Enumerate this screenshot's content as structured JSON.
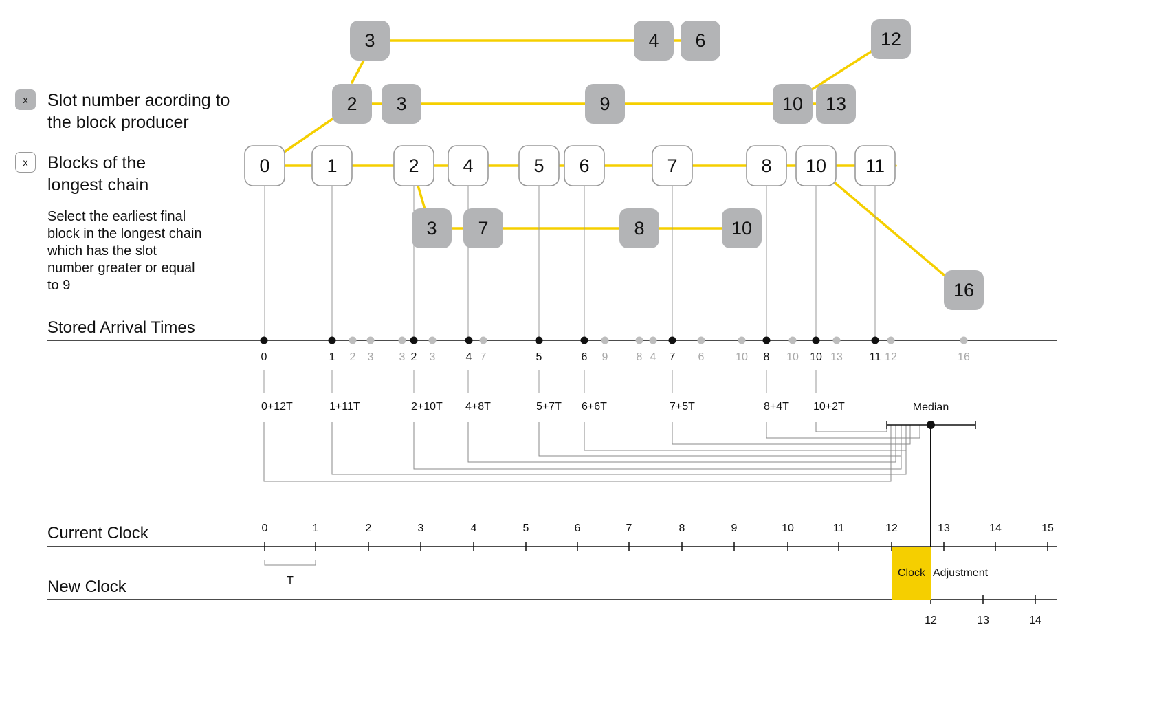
{
  "legend": {
    "box_label": "x",
    "producer_title": "Slot number acording to the block producer",
    "chain_title": "Blocks of the longest chain",
    "description": "Select the earliest final block in the longest chain which has the slot number greater or equal to 9"
  },
  "sections": {
    "stored": "Stored Arrival Times",
    "current": "Current Clock",
    "new": "New Clock"
  },
  "colors": {
    "accent": "#f5cf00",
    "gray_block": "#b3b4b6",
    "muted_text": "#a8a8a8"
  },
  "blocks": {
    "main": [
      "0",
      "1",
      "2",
      "4",
      "5",
      "6",
      "7",
      "8",
      "10",
      "11"
    ],
    "fork_a": [
      "2",
      "3",
      "9",
      "10",
      "13"
    ],
    "fork_a_branch": [
      "12"
    ],
    "fork_b": [
      "3",
      "4",
      "6"
    ],
    "fork_c": [
      "3",
      "7",
      "8",
      "10"
    ],
    "fork_d": [
      "16"
    ]
  },
  "stored_arrivals": [
    {
      "label": "0",
      "type": "main"
    },
    {
      "label": "1",
      "type": "main"
    },
    {
      "label": "2",
      "type": "other"
    },
    {
      "label": "3",
      "type": "other"
    },
    {
      "label": "3",
      "type": "other"
    },
    {
      "label": "2",
      "type": "main"
    },
    {
      "label": "3",
      "type": "other"
    },
    {
      "label": "4",
      "type": "main"
    },
    {
      "label": "7",
      "type": "other"
    },
    {
      "label": "5",
      "type": "main"
    },
    {
      "label": "6",
      "type": "main"
    },
    {
      "label": "9",
      "type": "other"
    },
    {
      "label": "8",
      "type": "other"
    },
    {
      "label": "4",
      "type": "other"
    },
    {
      "label": "7",
      "type": "main"
    },
    {
      "label": "6",
      "type": "other"
    },
    {
      "label": "10",
      "type": "other"
    },
    {
      "label": "8",
      "type": "main"
    },
    {
      "label": "10",
      "type": "other"
    },
    {
      "label": "10",
      "type": "main"
    },
    {
      "label": "13",
      "type": "other"
    },
    {
      "label": "11",
      "type": "main"
    },
    {
      "label": "12",
      "type": "other"
    },
    {
      "label": "16",
      "type": "other"
    }
  ],
  "estimates": [
    "0+12T",
    "1+11T",
    "2+10T",
    "4+8T",
    "5+7T",
    "6+6T",
    "7+5T",
    "8+4T",
    "10+2T"
  ],
  "median_label": "Median",
  "current_clock_ticks": [
    "0",
    "1",
    "2",
    "3",
    "4",
    "5",
    "6",
    "7",
    "8",
    "9",
    "10",
    "11",
    "12",
    "13",
    "14",
    "15"
  ],
  "new_clock_ticks": [
    "12",
    "13",
    "14"
  ],
  "period_label": "T",
  "adjustment": {
    "left": "Clock",
    "right": "Adjustment"
  }
}
